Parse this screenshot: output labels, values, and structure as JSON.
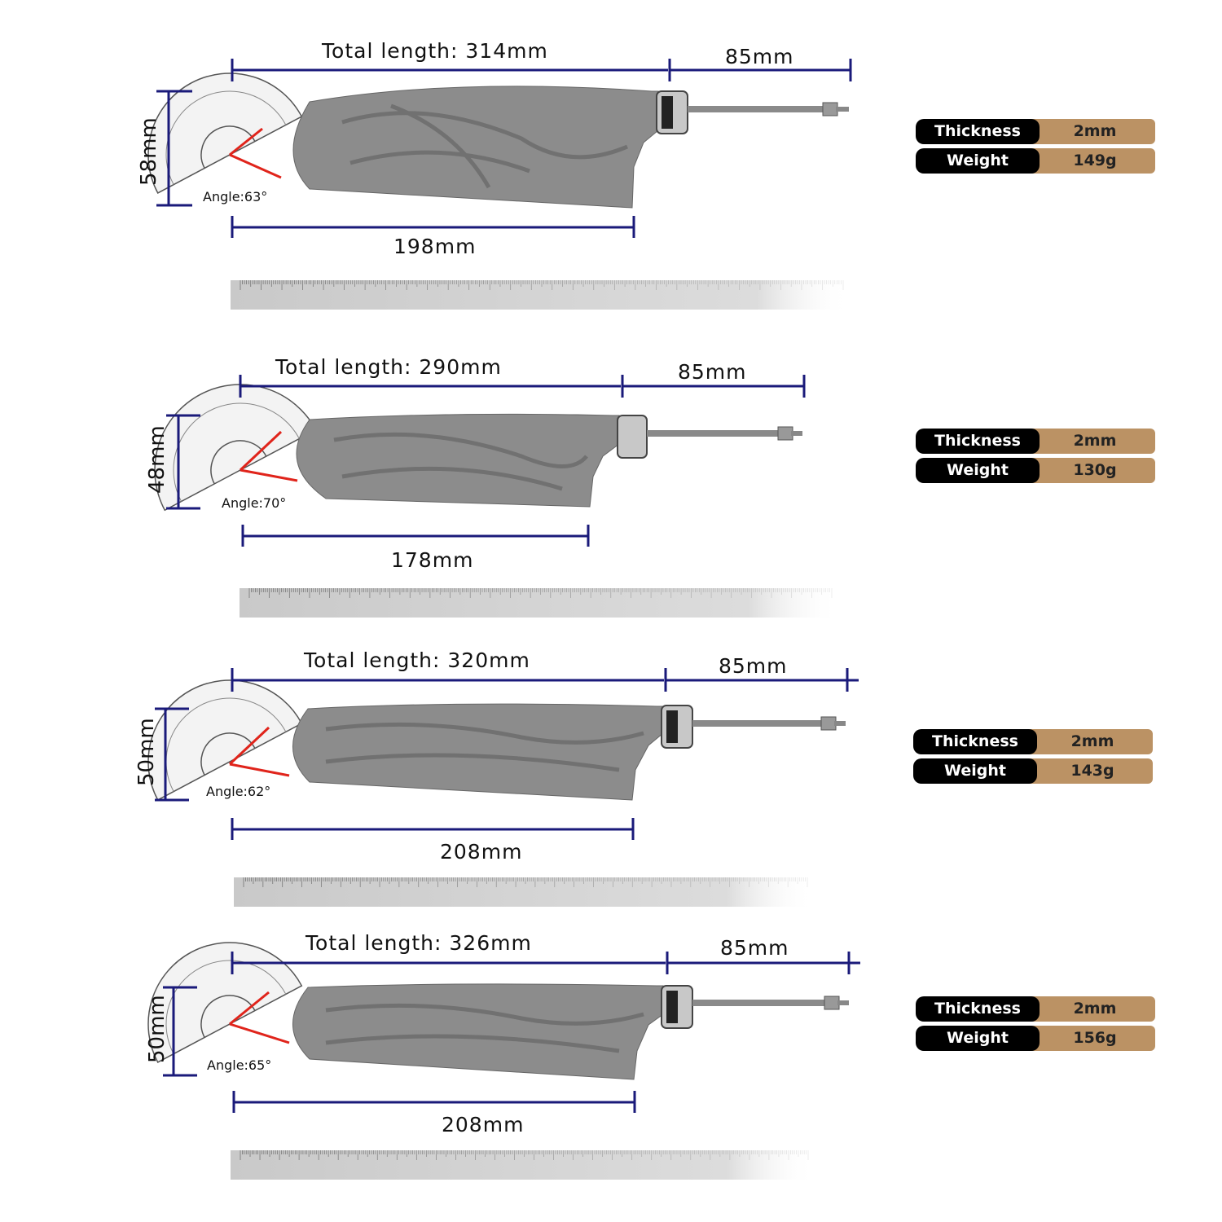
{
  "colors": {
    "dimension_line": "#1a1a7a",
    "angle_line": "#e0241b",
    "label_bg": "#000000",
    "value_bg": "#bb9264"
  },
  "knives": [
    {
      "total_length": "Total length: 314mm",
      "handle": "85mm",
      "height": "58mm",
      "angle": "Angle:63°",
      "blade": "198mm",
      "specs": [
        {
          "key": "Thickness",
          "value": "2mm"
        },
        {
          "key": "Weight",
          "value": "149g"
        }
      ]
    },
    {
      "total_length": "Total length: 290mm",
      "handle": "85mm",
      "height": "48mm",
      "angle": "Angle:70°",
      "blade": "178mm",
      "specs": [
        {
          "key": "Thickness",
          "value": "2mm"
        },
        {
          "key": "Weight",
          "value": "130g"
        }
      ]
    },
    {
      "total_length": "Total length: 320mm",
      "handle": "85mm",
      "height": "50mm",
      "angle": "Angle:62°",
      "blade": "208mm",
      "specs": [
        {
          "key": "Thickness",
          "value": "2mm"
        },
        {
          "key": "Weight",
          "value": "143g"
        }
      ]
    },
    {
      "total_length": "Total length: 326mm",
      "handle": "85mm",
      "height": "50mm",
      "angle": "Angle:65°",
      "blade": "208mm",
      "specs": [
        {
          "key": "Thickness",
          "value": "2mm"
        },
        {
          "key": "Weight",
          "value": "156g"
        }
      ]
    }
  ]
}
